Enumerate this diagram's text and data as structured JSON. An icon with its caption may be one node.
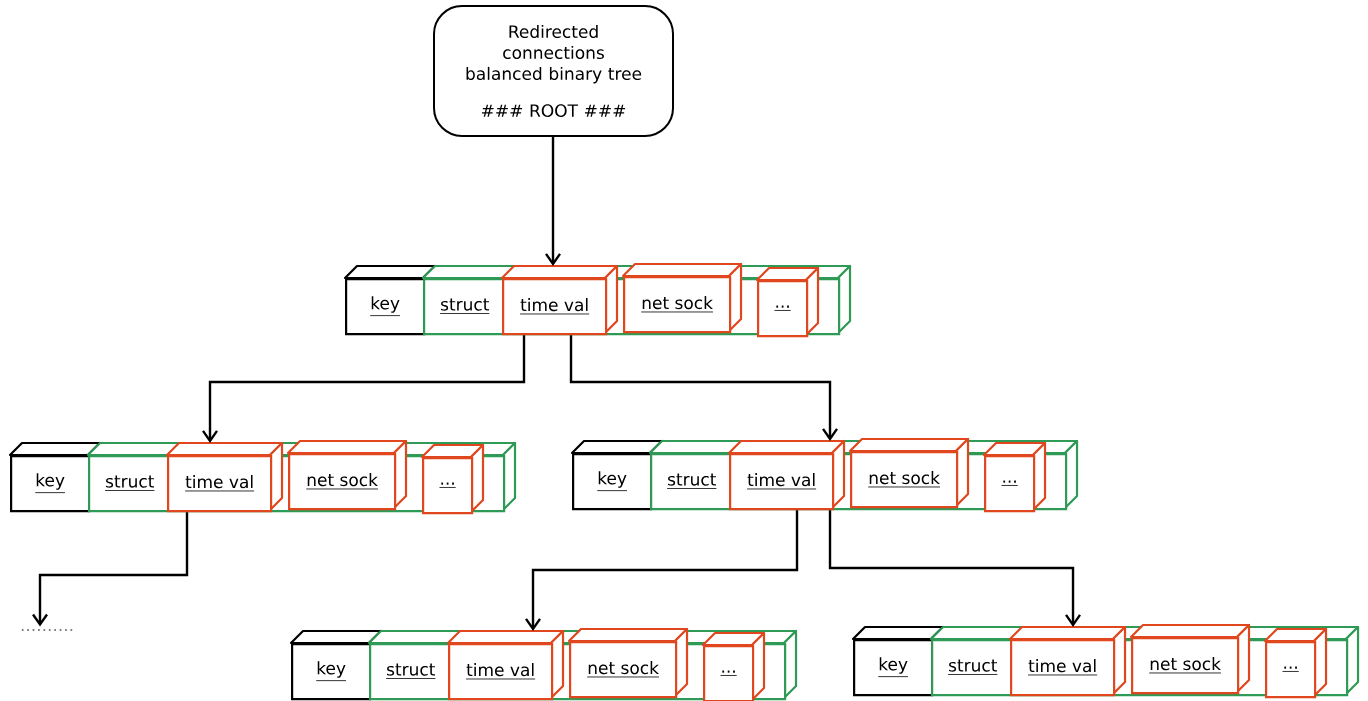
{
  "diagram": {
    "nodes": [
      {
        "text": [
          "Redirected connections balanced binary tree",
          "### ROOT ###"
        ]
      },
      {
        "text": [
          "key"
        ]
      },
      {
        "text": [
          "struct"
        ]
      },
      {
        "text": [
          "time val"
        ],
        "in": 2
      },
      {
        "text": [
          "net sock"
        ],
        "in": 2
      },
      {
        "text": [
          "..."
        ],
        "in": 2
      },
      {
        "text": [
          "key"
        ]
      },
      {
        "text": [
          "struct"
        ]
      },
      {
        "text": [
          "time val"
        ],
        "in": 7
      },
      {
        "text": [
          "net sock"
        ],
        "in": 7
      },
      {
        "text": [
          "..."
        ],
        "in": 7
      },
      {
        "text": [
          "key"
        ]
      },
      {
        "text": [
          "struct"
        ]
      },
      {
        "text": [
          "time val"
        ],
        "in": 12
      },
      {
        "text": [
          "net sock"
        ],
        "in": 12
      },
      {
        "text": [
          "..."
        ],
        "in": 12
      },
      {
        "text": [
          ".........."
        ]
      },
      {
        "text": [
          "key"
        ]
      },
      {
        "text": [
          "struct"
        ]
      },
      {
        "text": [
          "time val"
        ],
        "in": 18
      },
      {
        "text": [
          "net sock"
        ],
        "in": 18
      },
      {
        "text": [
          "..."
        ],
        "in": 18
      },
      {
        "text": [
          "key"
        ]
      },
      {
        "text": [
          "struct"
        ]
      },
      {
        "text": [
          "time val"
        ],
        "in": 23
      },
      {
        "text": [
          "net sock"
        ],
        "in": 23
      },
      {
        "text": [
          "..."
        ],
        "in": 23
      }
    ],
    "edges": [
      {
        "from": 0,
        "to": 3,
        "arrow": "to"
      },
      {
        "from": 3,
        "to": 8,
        "arrow": "to"
      },
      {
        "from": 3,
        "to": 13,
        "arrow": "to"
      },
      {
        "from": 8,
        "to": 16,
        "arrow": "to"
      },
      {
        "from": 13,
        "to": 19,
        "arrow": "to"
      },
      {
        "from": 13,
        "to": 24,
        "arrow": "to"
      }
    ]
  }
}
